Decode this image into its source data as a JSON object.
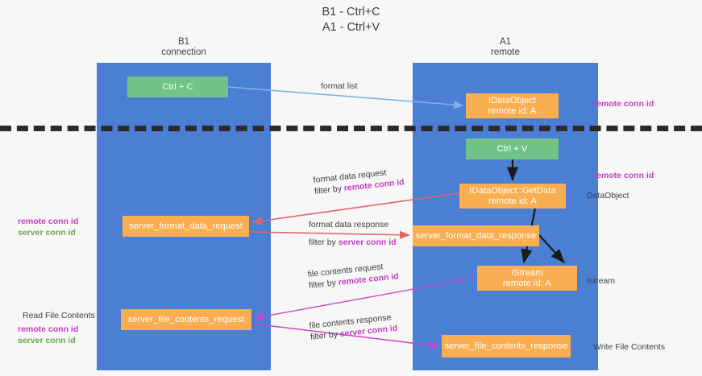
{
  "title": "B1 - Ctrl+C\nA1 - Ctrl+V",
  "lanes": [
    {
      "name": "b1",
      "label": "B1\nconnection"
    },
    {
      "name": "a1",
      "label": "A1\nremote"
    }
  ],
  "nodes": [
    {
      "id": "ctrl-c",
      "label": "Ctrl + C",
      "color": "#72c387"
    },
    {
      "id": "idataobject",
      "label": "IDataObject\nremote id: A",
      "color": "#f9ae52"
    },
    {
      "id": "ctrl-v",
      "label": "Ctrl + V",
      "color": "#72c387"
    },
    {
      "id": "idataobject-getdata",
      "label": "IDataObject::GetData\nremote id: A",
      "color": "#f9ae52"
    },
    {
      "id": "server-format-data-request",
      "label": "server_format_data_request",
      "color": "#f9ae52"
    },
    {
      "id": "server-format-data-response",
      "label": "server_format_data_response",
      "color": "#f9ae52"
    },
    {
      "id": "istream",
      "label": "IStream\nremote id: A",
      "color": "#f9ae52"
    },
    {
      "id": "server-file-contents-request",
      "label": "server_file_contents_request",
      "color": "#f9ae52"
    },
    {
      "id": "server-file-contents-response",
      "label": "server_file_contents_response",
      "color": "#f9ae52"
    }
  ],
  "edge_labels": {
    "format_list": "format list",
    "format_data_request": "format data request",
    "format_data_request_filter_prefix": "filter by ",
    "format_data_request_filter_key": "remote conn id",
    "format_data_response": "format data response",
    "format_data_response_filter_prefix": "filter by ",
    "format_data_response_filter_key": "server conn id",
    "file_contents_request": "file contents request",
    "file_contents_request_filter_prefix": "filter by ",
    "file_contents_request_filter_key": "remote conn id",
    "file_contents_response": "file contents response",
    "file_contents_response_filter_prefix": "filter by ",
    "file_contents_response_filter_key": "server conn id"
  },
  "side_labels": {
    "remote_conn_id_top": "remote conn id",
    "remote_conn_id_mid": "remote conn id",
    "data_object": "DataObject",
    "istream": "Istream",
    "write_file_contents": "Write File Contents"
  },
  "left_labels": {
    "read_file_contents": "Read File Contents",
    "remote_conn_id": "remote conn id",
    "server_conn_id": "server conn id"
  },
  "colors": {
    "lane": "#4a7fd4",
    "node_green": "#72c387",
    "node_orange": "#f9ae52",
    "highlight_purple": "#c23fc2",
    "highlight_green": "#6aa84f",
    "arrow_blue": "#7fb2e5",
    "arrow_red": "#e06666",
    "arrow_magenta": "#cc44cc",
    "arrow_black": "#1a1a1a",
    "separator": "#2b2b2b",
    "background": "#f7f7f7"
  }
}
